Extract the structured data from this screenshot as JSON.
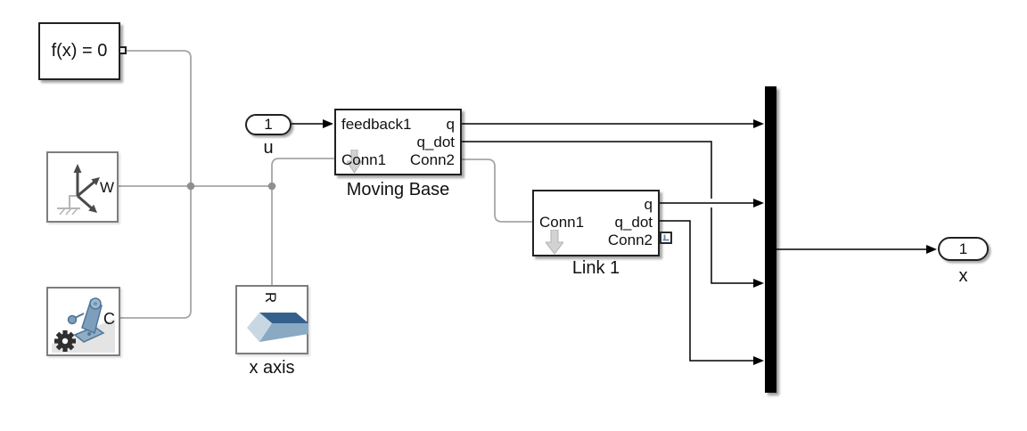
{
  "blocks": {
    "solver": {
      "label": "f(x) = 0"
    },
    "world": {
      "port": "W"
    },
    "mech": {
      "port": "C"
    },
    "input": {
      "value": "1",
      "name": "u"
    },
    "moving_base": {
      "name": "Moving Base",
      "p_feedback1": "feedback1",
      "p_q": "q",
      "p_qdot": "q_dot",
      "p_conn1": "Conn1",
      "p_conn2": "Conn2"
    },
    "link1": {
      "name": "Link 1",
      "p_q": "q",
      "p_qdot": "q_dot",
      "p_conn1": "Conn1",
      "p_conn2": "Conn2"
    },
    "xaxis": {
      "name": "x axis",
      "port": "R"
    },
    "output": {
      "value": "1",
      "name": "x"
    }
  },
  "colors": {
    "signal_wire": "#000000",
    "physical_wire": "#a6a6a6",
    "junction_dot": "#8f8f8f",
    "mux_fill": "#000000",
    "dark_block_border": "#212121",
    "gray_block_border": "#7e7e7e",
    "conn_arrow_fill": "#d2d2d2",
    "icon_blue_dark": "#33618c",
    "icon_blue_mid": "#8aa9c2",
    "icon_blue_light": "#c9d7e2",
    "icon_arm_blue": "#7d9fbc",
    "gear_fill": "#2f2f2f"
  }
}
